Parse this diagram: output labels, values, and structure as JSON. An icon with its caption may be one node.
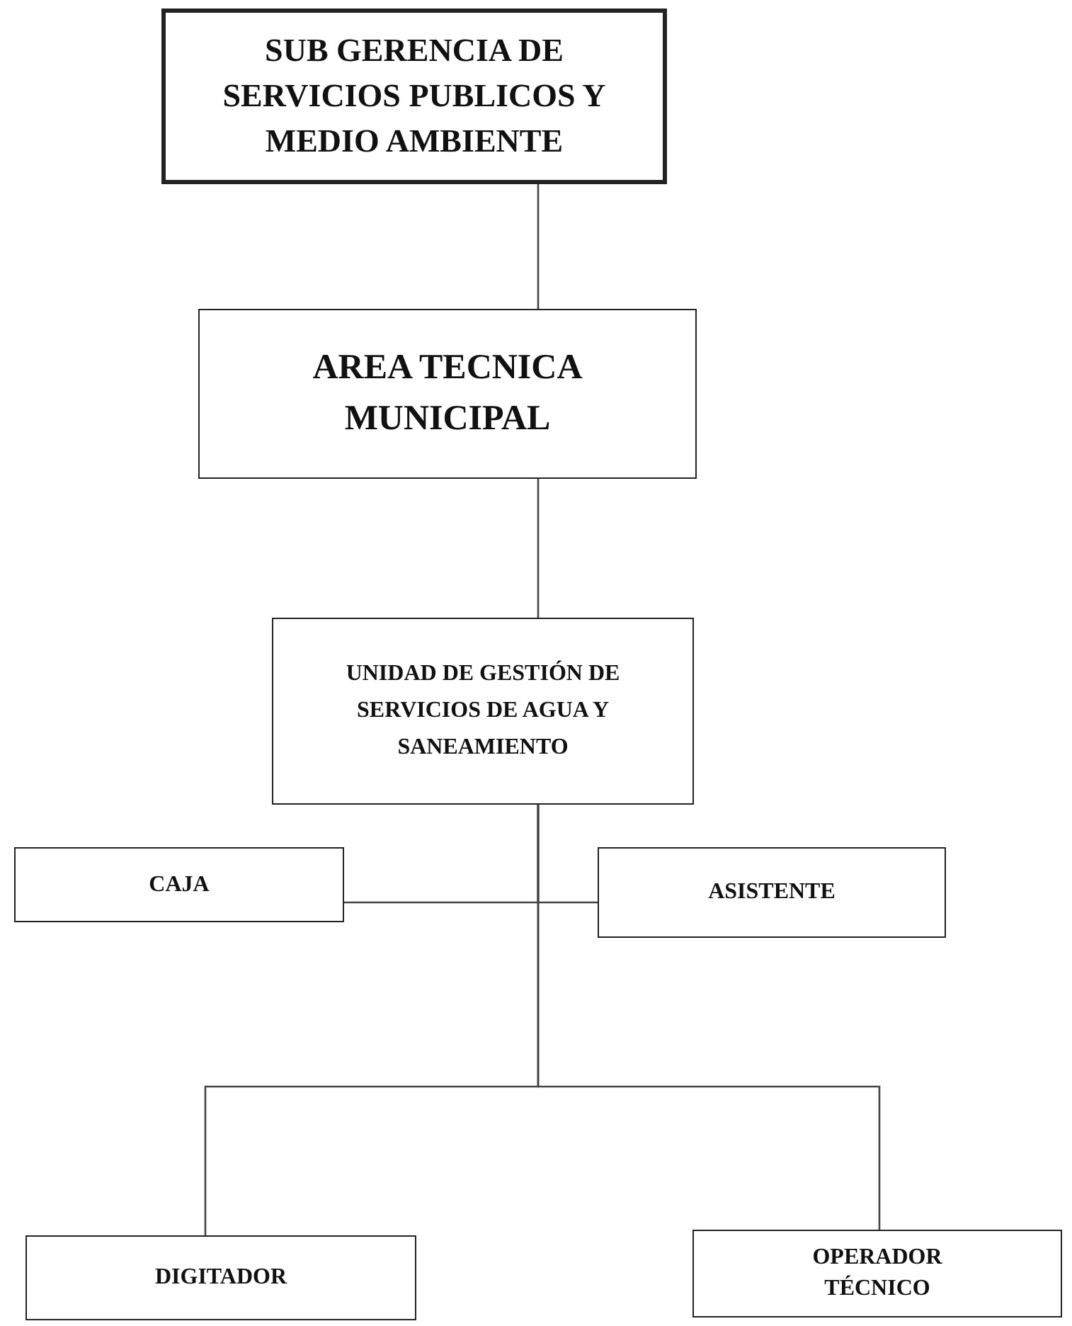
{
  "diagram": {
    "nodes": [
      {
        "text": [
          "SUB GERENCIA DE SERVICIOS PUBLICOS Y MEDIO AMBIENTE"
        ]
      },
      {
        "text": [
          "AREA TECNICA MUNICIPAL"
        ]
      },
      {
        "text": [
          "UNIDAD DE GESTIÓN DE SERVICIOS DE AGUA Y SANEAMIENTO"
        ]
      },
      {
        "text": [
          "CAJA"
        ]
      },
      {
        "text": [
          "ASISTENTE"
        ]
      },
      {
        "text": [
          "DIGITADOR"
        ]
      },
      {
        "text": [
          "OPERADOR TÉCNICO"
        ]
      }
    ],
    "edges": [
      {
        "from": 0,
        "to": 1,
        "arrow": "none"
      },
      {
        "from": 1,
        "to": 2,
        "arrow": "none"
      },
      {
        "from": 2,
        "to": 3,
        "arrow": "none"
      },
      {
        "from": 2,
        "to": 4,
        "arrow": "none"
      },
      {
        "from": 2,
        "to": 5,
        "arrow": "none"
      },
      {
        "from": 2,
        "to": 6,
        "arrow": "none"
      }
    ]
  }
}
